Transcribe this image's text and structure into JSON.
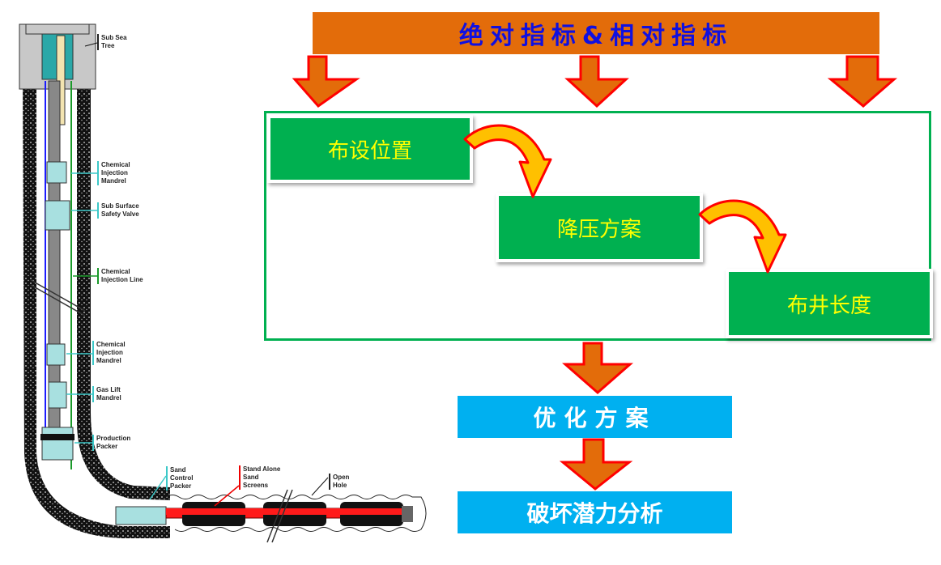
{
  "well_diagram": {
    "labels": [
      {
        "id": "subsea-tree",
        "lines": [
          "Sub Sea",
          "Tree"
        ]
      },
      {
        "id": "chem-inj-mandrel-1",
        "lines": [
          "Chemical",
          "Injection",
          "Mandrel"
        ]
      },
      {
        "id": "sssv",
        "lines": [
          "Sub Surface",
          "Safety Valve"
        ]
      },
      {
        "id": "chem-inj-line",
        "lines": [
          "Chemical",
          "Injection Line"
        ]
      },
      {
        "id": "chem-inj-mandrel-2",
        "lines": [
          "Chemical",
          "Injection",
          "Mandrel"
        ]
      },
      {
        "id": "gas-lift-mandrel",
        "lines": [
          "Gas Lift",
          "Mandrel"
        ]
      },
      {
        "id": "production-packer",
        "lines": [
          "Production",
          "Packer"
        ]
      },
      {
        "id": "sand-control-packer",
        "lines": [
          "Sand",
          "Control",
          "Packer"
        ]
      },
      {
        "id": "sand-screens",
        "lines": [
          "Stand Alone",
          "Sand",
          "Screens"
        ]
      },
      {
        "id": "open-hole",
        "lines": [
          "Open",
          "Hole"
        ]
      }
    ]
  },
  "flow": {
    "header": "绝对指标&相对指标",
    "steps": [
      "布设位置",
      "降压方案",
      "布井长度"
    ],
    "optimize": "优化方案",
    "analysis": "破坏潜力分析"
  },
  "colors": {
    "header_bg": "#e36c0a",
    "header_text": "#1010e0",
    "step_bg": "#00b050",
    "step_text": "#ffff00",
    "result_bg": "#00b0f0",
    "arrow_fill": "#e36c0a",
    "arrow_stroke": "#ff0000",
    "curve_fill": "#ffc000"
  }
}
